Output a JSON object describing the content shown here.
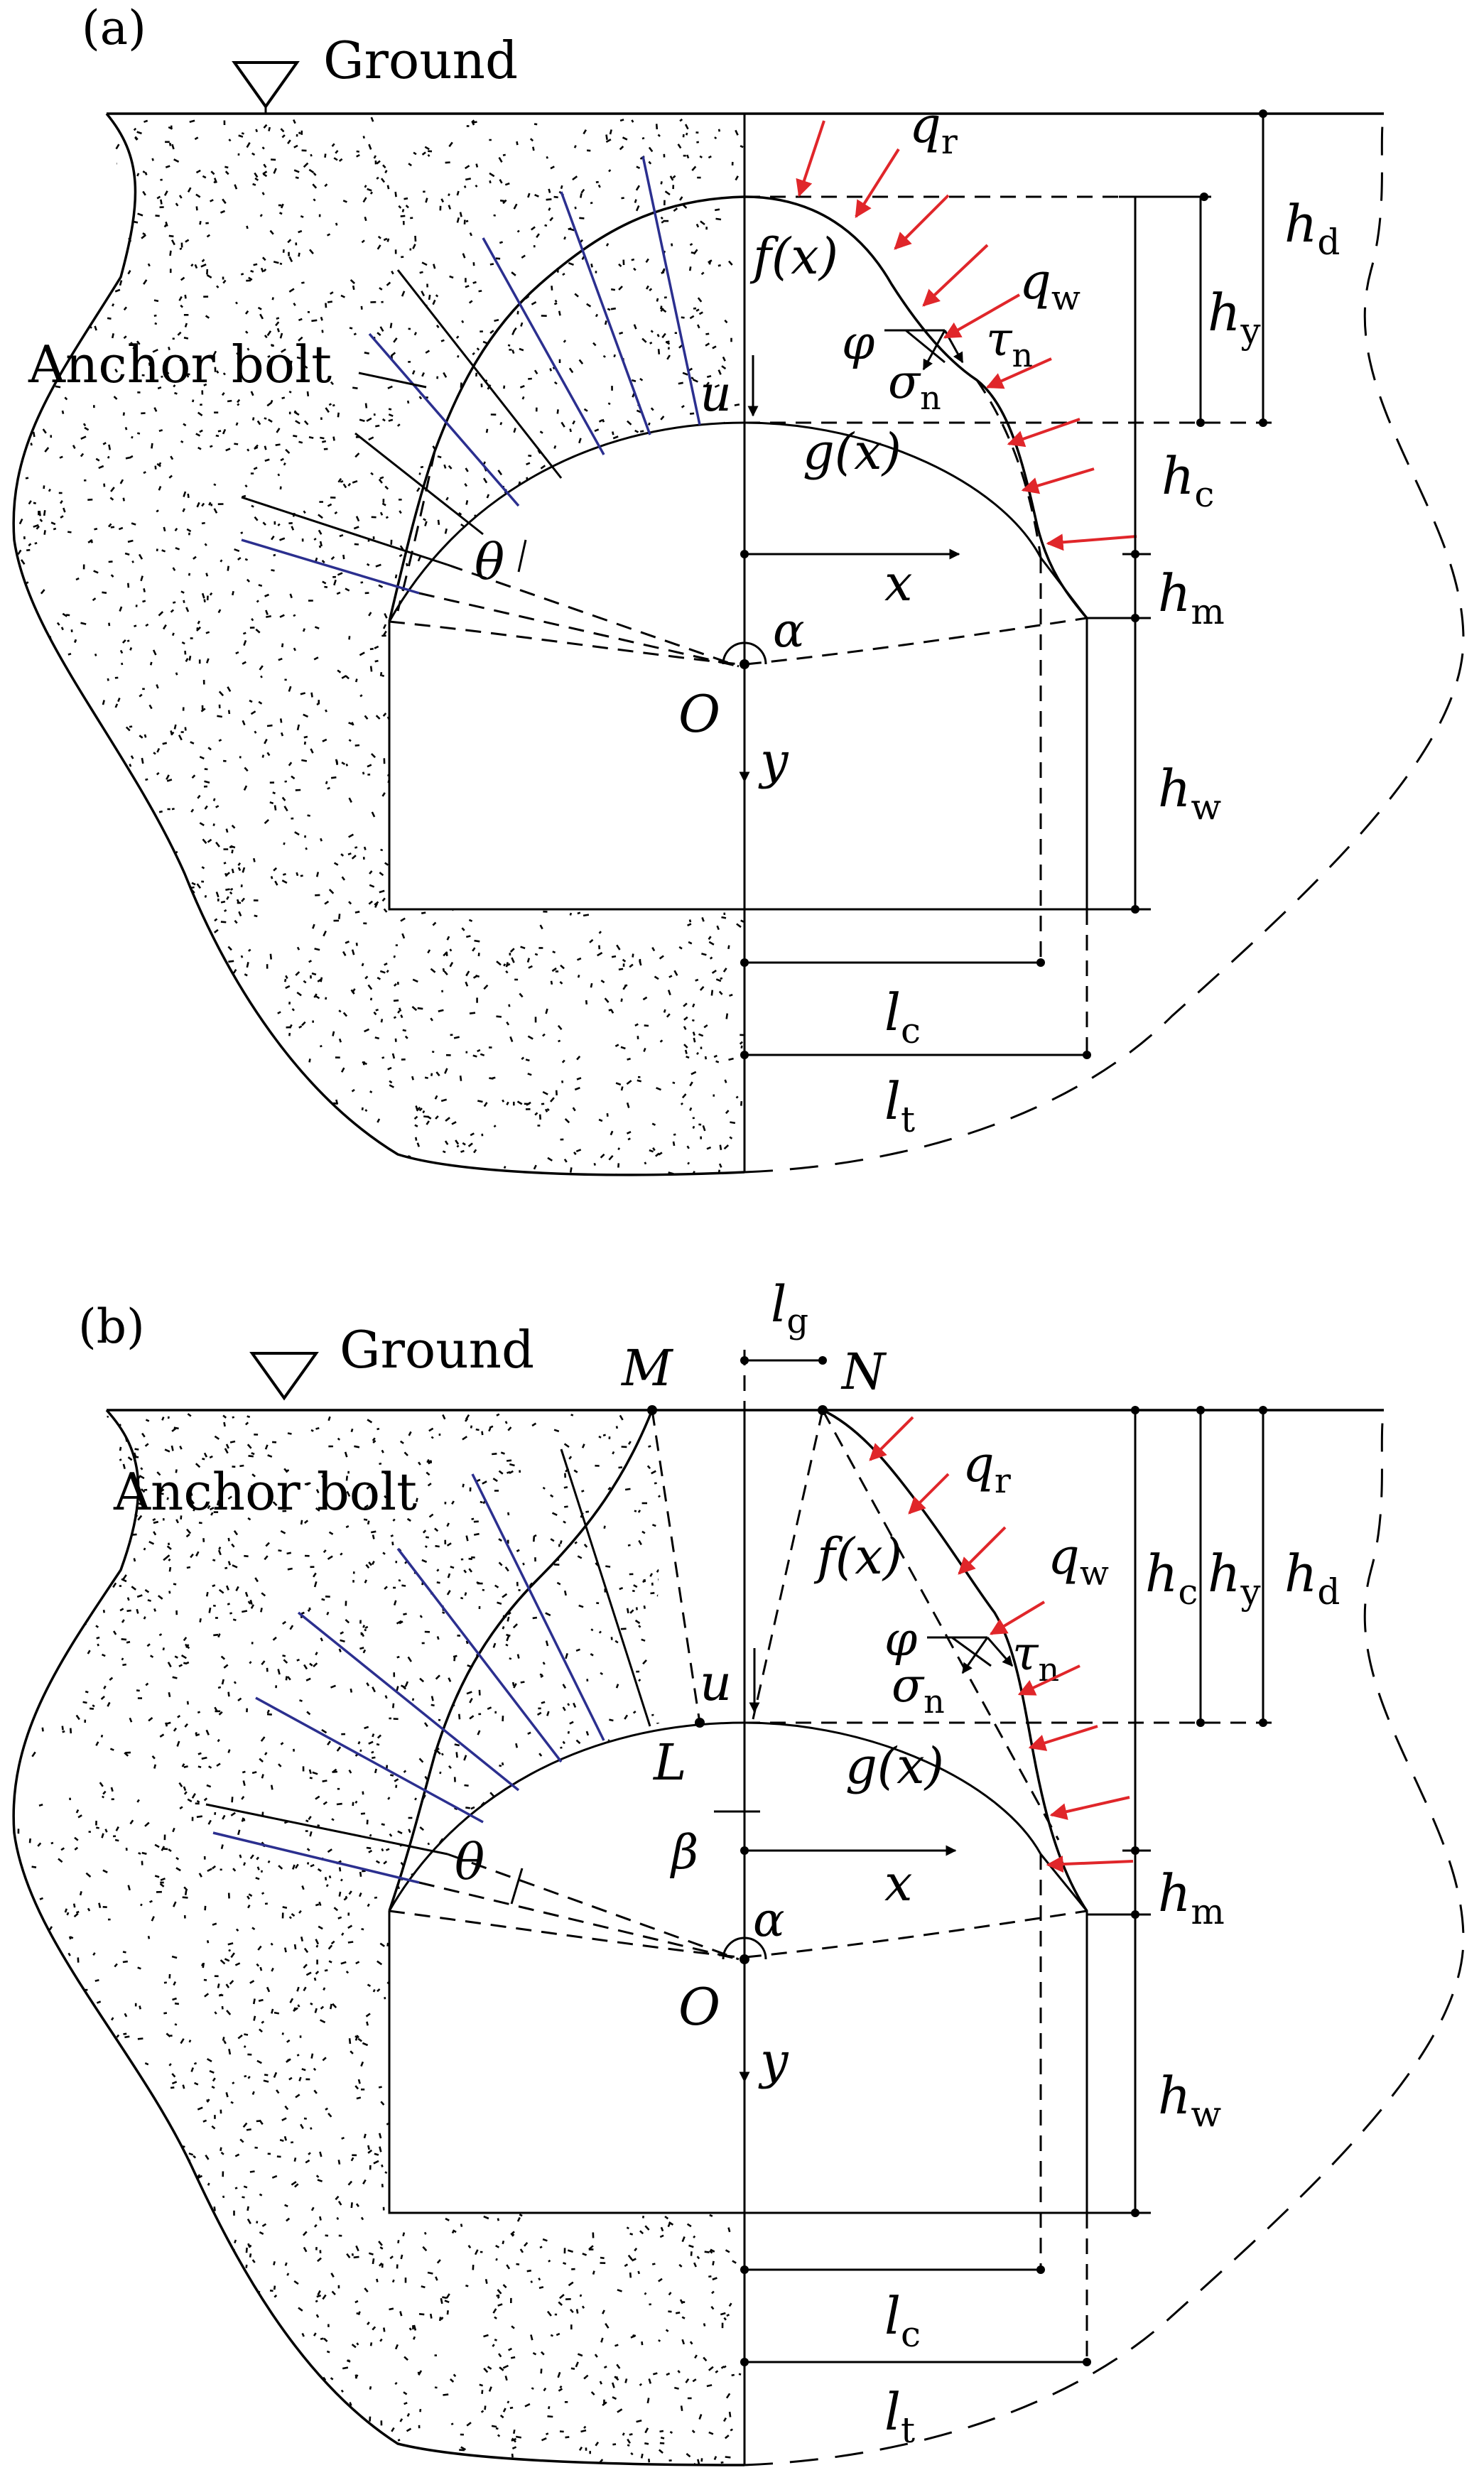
{
  "panels": [
    {
      "id": "a",
      "tag": "(a)",
      "ground": "Ground",
      "anchor": "Anchor bolt",
      "f": "f(x)",
      "g": "g(x)",
      "u": "u",
      "theta": "θ",
      "alpha": "α",
      "phi": "φ",
      "origin": "O",
      "x": "x",
      "y": "y",
      "qr": {
        "base": "q",
        "sub": "r"
      },
      "qw": {
        "base": "q",
        "sub": "w"
      },
      "tau": {
        "base": "τ",
        "sub": "n"
      },
      "sigma": {
        "base": "σ",
        "sub": "n"
      },
      "hd": {
        "base": "h",
        "sub": "d"
      },
      "hy": {
        "base": "h",
        "sub": "y"
      },
      "hc": {
        "base": "h",
        "sub": "c"
      },
      "hm": {
        "base": "h",
        "sub": "m"
      },
      "hw": {
        "base": "h",
        "sub": "w"
      },
      "lc": {
        "base": "l",
        "sub": "c"
      },
      "lt": {
        "base": "l",
        "sub": "t"
      }
    },
    {
      "id": "b",
      "tag": "(b)",
      "ground": "Ground",
      "anchor": "Anchor bolt",
      "f": "f(x)",
      "g": "g(x)",
      "u": "u",
      "theta": "θ",
      "alpha": "α",
      "beta": "β",
      "phi": "φ",
      "origin": "O",
      "M": "M",
      "N": "N",
      "L": "L",
      "x": "x",
      "y": "y",
      "lg": {
        "base": "l",
        "sub": "g"
      },
      "qr": {
        "base": "q",
        "sub": "r"
      },
      "qw": {
        "base": "q",
        "sub": "w"
      },
      "tau": {
        "base": "τ",
        "sub": "n"
      },
      "sigma": {
        "base": "σ",
        "sub": "n"
      },
      "hc": {
        "base": "h",
        "sub": "c"
      },
      "hy": {
        "base": "h",
        "sub": "y"
      },
      "hd": {
        "base": "h",
        "sub": "d"
      },
      "hm": {
        "base": "h",
        "sub": "m"
      },
      "hw": {
        "base": "h",
        "sub": "w"
      },
      "lc": {
        "base": "l",
        "sub": "c"
      },
      "lt": {
        "base": "l",
        "sub": "t"
      }
    }
  ]
}
